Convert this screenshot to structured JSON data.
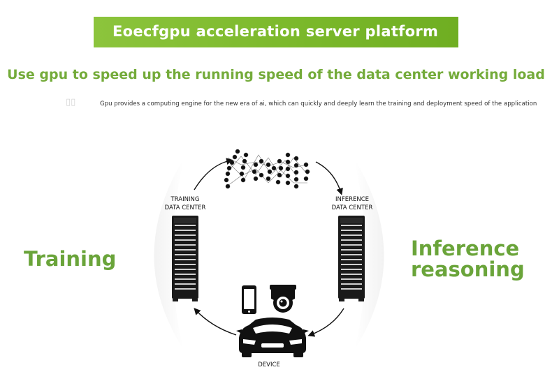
{
  "banner": {
    "title": "Eoecfgpu acceleration server platform",
    "color": "#7ab82a"
  },
  "headline": "Use gpu to speed up the running speed of the data center working load",
  "subline": "Gpu provides a computing engine for the new era of ai, which can quickly and deeply learn the training and deployment speed of the application",
  "left_label": "Training",
  "right_label": {
    "line1": "Inference",
    "line2": "reasoning"
  },
  "training_dc": {
    "line1": "TRAINING",
    "line2": "DATA CENTER"
  },
  "inference_dc": {
    "line1": "INFERENCE",
    "line2": "DATA CENTER"
  },
  "device_label": "DEVICE",
  "accent_green": "#74ab3a",
  "icons": [
    "neural-network-icon",
    "server-rack-icon",
    "smartphone-icon",
    "security-camera-icon",
    "car-icon",
    "cycle-arrow-icon"
  ]
}
